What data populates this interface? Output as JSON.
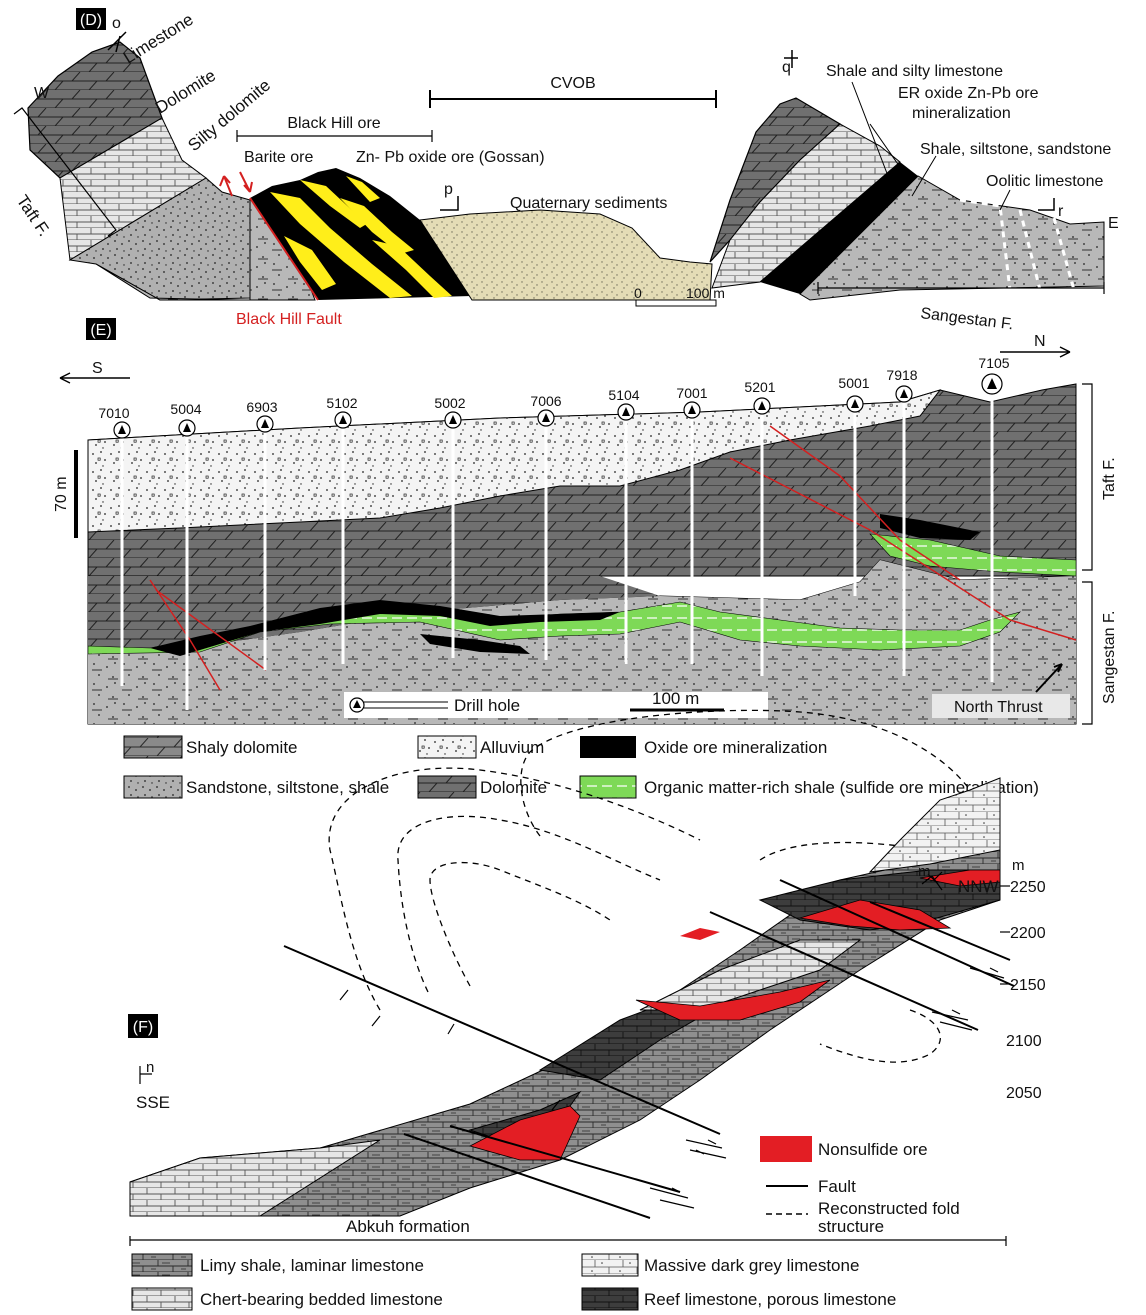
{
  "panelD": {
    "label": "(D)",
    "dip_o": "o",
    "dip_p": "p",
    "dip_q": "q",
    "dip_r": "r",
    "w": "W",
    "e": "E",
    "limestone": "Limestone",
    "dolomite": "Dolomite",
    "silty_dolomite": "Silty dolomite",
    "taft_f": "Taft F.",
    "black_hill_ore": "Black Hill ore",
    "barite_ore": "Barite ore",
    "zn_pb_oxide": "Zn- Pb oxide ore (Gossan)",
    "cvob": "CVOB",
    "quaternary": "Quaternary sediments",
    "shale_silty_limestone": "Shale and silty limestone",
    "er_oxide_1": "ER oxide Zn-Pb ore",
    "er_oxide_2": "mineralization",
    "shale_siltstone": "Shale, siltstone, sandstone",
    "oolitic": "Oolitic limestone",
    "scale_0": "0",
    "scale_100": "100 m",
    "sangestan_f": "Sangestan F.",
    "black_hill_fault": "Black Hill Fault"
  },
  "panelE": {
    "label": "(E)",
    "south": "S",
    "north": "N",
    "scale_70": "70 m",
    "taft_f": "Taft F.",
    "sangestan_f": "Sangestan F.",
    "drill_holes": [
      "7010",
      "5004",
      "6903",
      "5102",
      "5002",
      "7006",
      "5104",
      "7001",
      "5201",
      "5001",
      "7918",
      "7105"
    ],
    "drill_hole_label": "Drill hole",
    "scale_100": "100 m",
    "north_thrust": "North Thrust",
    "legend": {
      "shaly_dolomite": "Shaly dolomite",
      "alluvium": "Alluvium",
      "oxide_ore": "Oxide ore mineralization",
      "sandstone": "Sandstone, siltstone, shale",
      "dolomite": "Dolomite",
      "organic_shale": "Organic matter-rich shale (sulfide ore mineralization)"
    }
  },
  "panelF": {
    "label": "(F)",
    "dip_m": "m",
    "dip_n": "n",
    "nnw": "NNW",
    "sse": "SSE",
    "unit_m": "m",
    "elevations": [
      "2250",
      "2200",
      "2150",
      "2100",
      "2050"
    ],
    "nonsulfide": "Nonsulfide ore",
    "fault": "Fault",
    "reconstructed_1": "Reconstructed fold",
    "reconstructed_2": "structure",
    "abkuh": "Abkuh formation",
    "legend": {
      "limy_shale": "Limy shale, laminar limestone",
      "massive": "Massive dark grey limestone",
      "chert": "Chert-bearing bedded limestone",
      "reef": "Reef limestone, porous limestone"
    }
  },
  "colors": {
    "yellow_ore": "#ffee1a",
    "black_ore": "#000000",
    "green_shale": "#7ed957",
    "red_ore": "#e31e24",
    "red_fault": "#d42020",
    "dark_grey": "#6d6d6d",
    "mid_grey": "#a9a9a9",
    "light_grey": "#d2d2d2",
    "sand_tan": "#e4dcb6"
  }
}
